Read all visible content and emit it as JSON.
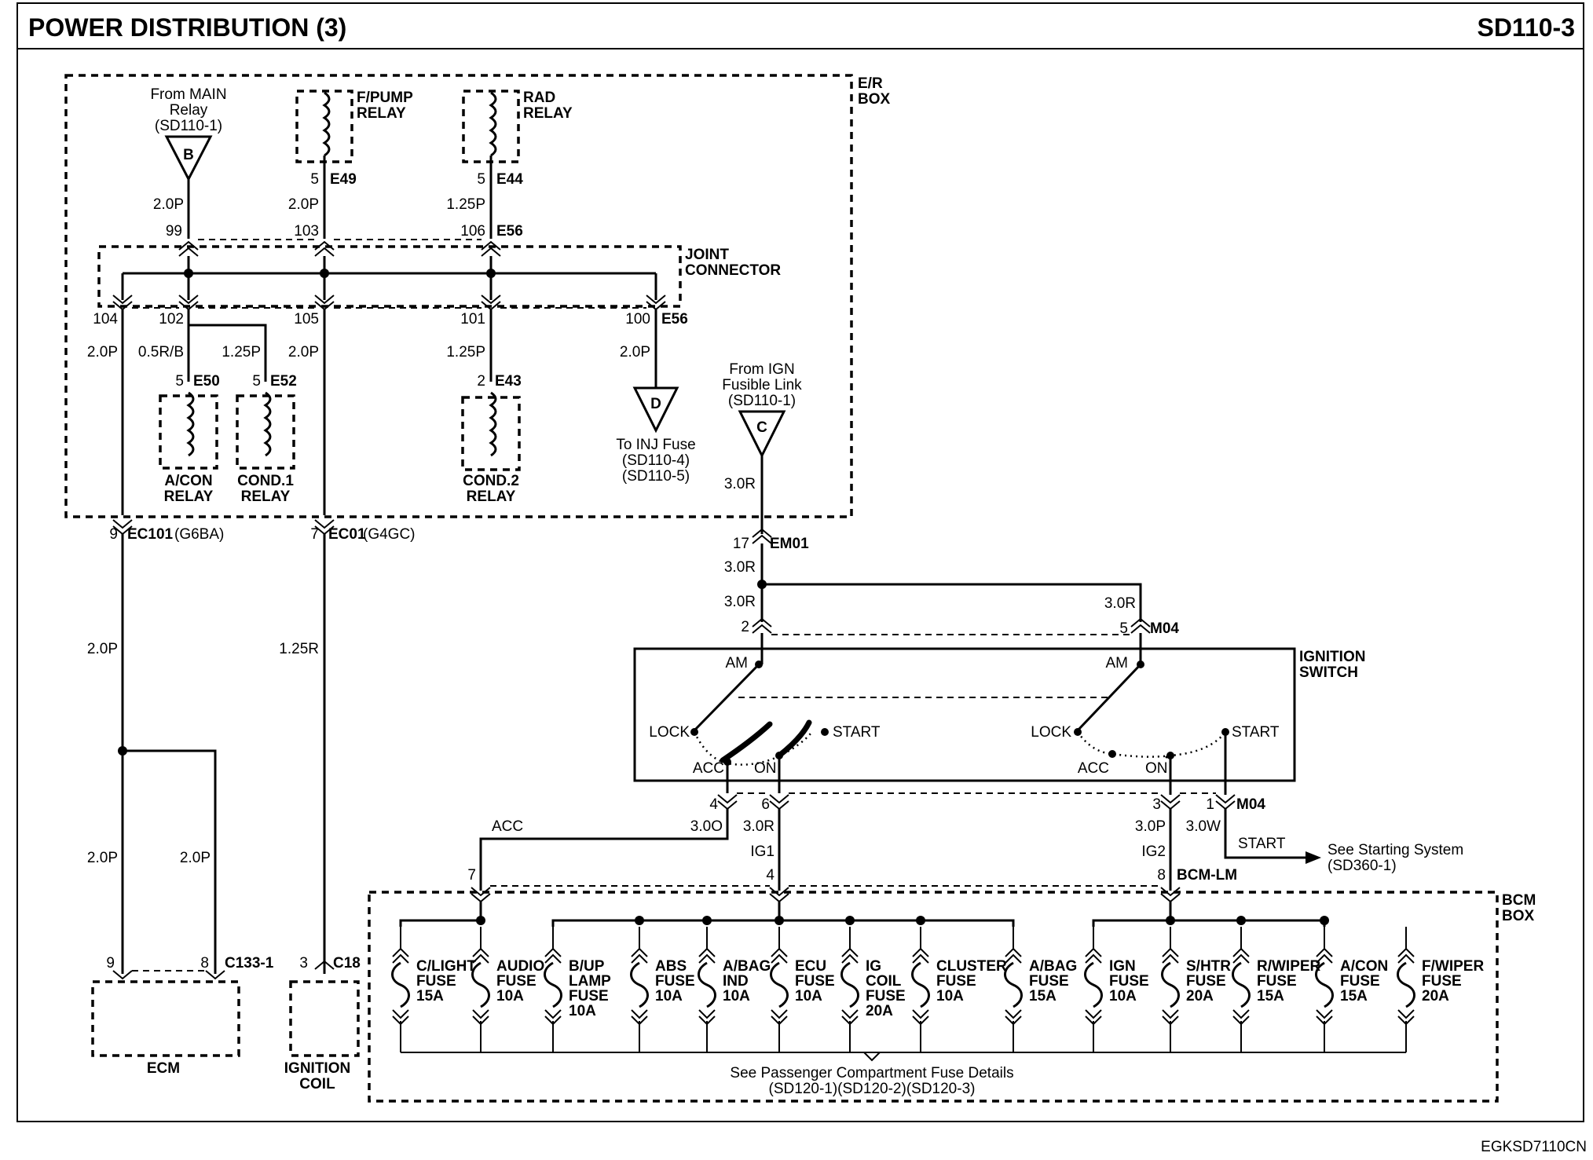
{
  "header": {
    "title": "POWER DISTRIBUTION (3)",
    "code": "SD110-3"
  },
  "footer": {
    "code": "EGKSD7110CN"
  },
  "boxes": {
    "er_box": [
      "E/R",
      "BOX"
    ],
    "joint_connector": [
      "JOINT",
      "CONNECTOR"
    ],
    "bcm_box": [
      "BCM",
      "BOX"
    ],
    "ignition_switch": [
      "IGNITION",
      "SWITCH"
    ]
  },
  "sources": {
    "main_relay": {
      "lines": [
        "From MAIN",
        "Relay",
        "(SD110-1)"
      ],
      "letter": "B"
    },
    "ign_link": {
      "lines": [
        "From IGN",
        "Fusible Link",
        "(SD110-1)"
      ],
      "letter": "C"
    },
    "inj_fuse": {
      "lines": [
        "To INJ Fuse",
        "(SD110-4)",
        "(SD110-5)"
      ],
      "letter": "D"
    }
  },
  "relays": {
    "fpump": [
      "F/PUMP",
      "RELAY"
    ],
    "rad": [
      "RAD",
      "RELAY"
    ],
    "acon": [
      "A/CON",
      "RELAY"
    ],
    "cond1": [
      "COND.1",
      "RELAY"
    ],
    "cond2": [
      "COND.2",
      "RELAY"
    ]
  },
  "connectors": {
    "e49": "E49",
    "e44": "E44",
    "e56": "E56",
    "e56b": "E56",
    "e50": "E50",
    "e52": "E52",
    "e43": "E43",
    "ec101": "EC101",
    "ec101_var": "(G6BA)",
    "ec01": "EC01",
    "ec01_var": "(G4GC)",
    "em01": "EM01",
    "m04": "M04",
    "m04b": "M04",
    "bcm_lm": "BCM-LM",
    "c133": "C133-1",
    "c18": "C18"
  },
  "pins": {
    "p5a": "5",
    "p5b": "5",
    "p99": "99",
    "p103": "103",
    "p106": "106",
    "p104": "104",
    "p102": "102",
    "p105": "105",
    "p101": "101",
    "p100": "100",
    "p5c": "5",
    "p5d": "5",
    "p2": "2",
    "p9": "9",
    "p7": "7",
    "p17": "17",
    "p2b": "2",
    "p5e": "5",
    "p4": "4",
    "p6": "6",
    "p3": "3",
    "p1": "1",
    "p7b": "7",
    "p4b": "4",
    "p8": "8",
    "p9b": "9",
    "p8b": "8",
    "p3b": "3"
  },
  "wires": {
    "w1": "2.0P",
    "w2": "2.0P",
    "w3": "1.25P",
    "w4": "2.0P",
    "w5": "0.5R/B",
    "w6": "1.25P",
    "w7": "2.0P",
    "w8": "1.25P",
    "w9": "2.0P",
    "w10": "3.0R",
    "w11": "3.0R",
    "w12": "3.0R",
    "w13": "3.0R",
    "w14": "2.0P",
    "w15": "1.25R",
    "w16": "2.0P",
    "w17": "2.0P",
    "w18": "3.0O",
    "w19": "3.0R",
    "w20": "3.0P",
    "w21": "3.0W"
  },
  "switch_pos": {
    "am1": "AM",
    "am2": "AM",
    "lock1": "LOCK",
    "lock2": "LOCK",
    "acc1": "ACC",
    "acc2": "ACC",
    "on1": "ON",
    "on2": "ON",
    "start1": "START",
    "start2": "START"
  },
  "circuits": {
    "acc": "ACC",
    "ig1": "IG1",
    "ig2": "IG2",
    "start": "START"
  },
  "starting": [
    "See Starting System",
    "(SD360-1)"
  ],
  "components": {
    "ecm": "ECM",
    "coil": [
      "IGNITION",
      "COIL"
    ]
  },
  "fuses": [
    [
      "C/LIGHT",
      "FUSE",
      "15A"
    ],
    [
      "AUDIO",
      "FUSE",
      "10A"
    ],
    [
      "B/UP",
      "LAMP",
      "FUSE",
      "10A"
    ],
    [
      "ABS",
      "FUSE",
      "10A"
    ],
    [
      "A/BAG",
      "IND",
      "10A"
    ],
    [
      "ECU",
      "FUSE",
      "10A"
    ],
    [
      "IG",
      "COIL",
      "FUSE",
      "20A"
    ],
    [
      "CLUSTER",
      "FUSE",
      "10A"
    ],
    [
      "A/BAG",
      "FUSE",
      "15A"
    ],
    [
      "IGN",
      "FUSE",
      "10A"
    ],
    [
      "S/HTR",
      "FUSE",
      "20A"
    ],
    [
      "R/WIPER",
      "FUSE",
      "15A"
    ],
    [
      "A/CON",
      "FUSE",
      "15A"
    ],
    [
      "F/WIPER",
      "FUSE",
      "20A"
    ]
  ],
  "fuse_note": [
    "See Passenger Compartment Fuse Details",
    "(SD120-1)(SD120-2)(SD120-3)"
  ]
}
